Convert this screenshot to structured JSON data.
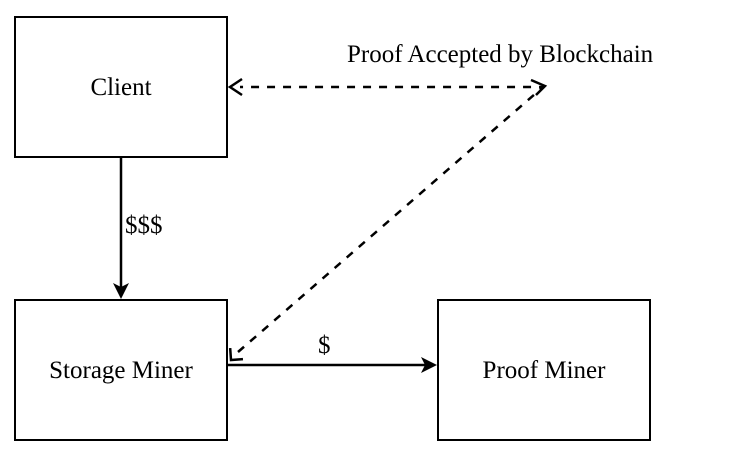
{
  "diagram": {
    "title": "Filecoin Client / Storage Miner / Proof Miner payment and proof flow",
    "background_color": "#ffffff",
    "stroke_color": "#000000",
    "nodes": [
      {
        "id": "client",
        "label": "Client"
      },
      {
        "id": "storage",
        "label": "Storage Miner"
      },
      {
        "id": "proof",
        "label": "Proof Miner"
      }
    ],
    "edges": [
      {
        "id": "client-to-storage",
        "label": "$$$",
        "from": "client",
        "to": "storage",
        "style": "solid",
        "arrowheads": "end"
      },
      {
        "id": "storage-to-proof",
        "label": "$",
        "from": "storage",
        "to": "proof",
        "style": "solid",
        "arrowheads": "end"
      },
      {
        "id": "proof-accepted",
        "label": "Proof Accepted by Blockchain",
        "from": "storage",
        "to": "client",
        "style": "dashed",
        "arrowheads": "both"
      }
    ]
  }
}
